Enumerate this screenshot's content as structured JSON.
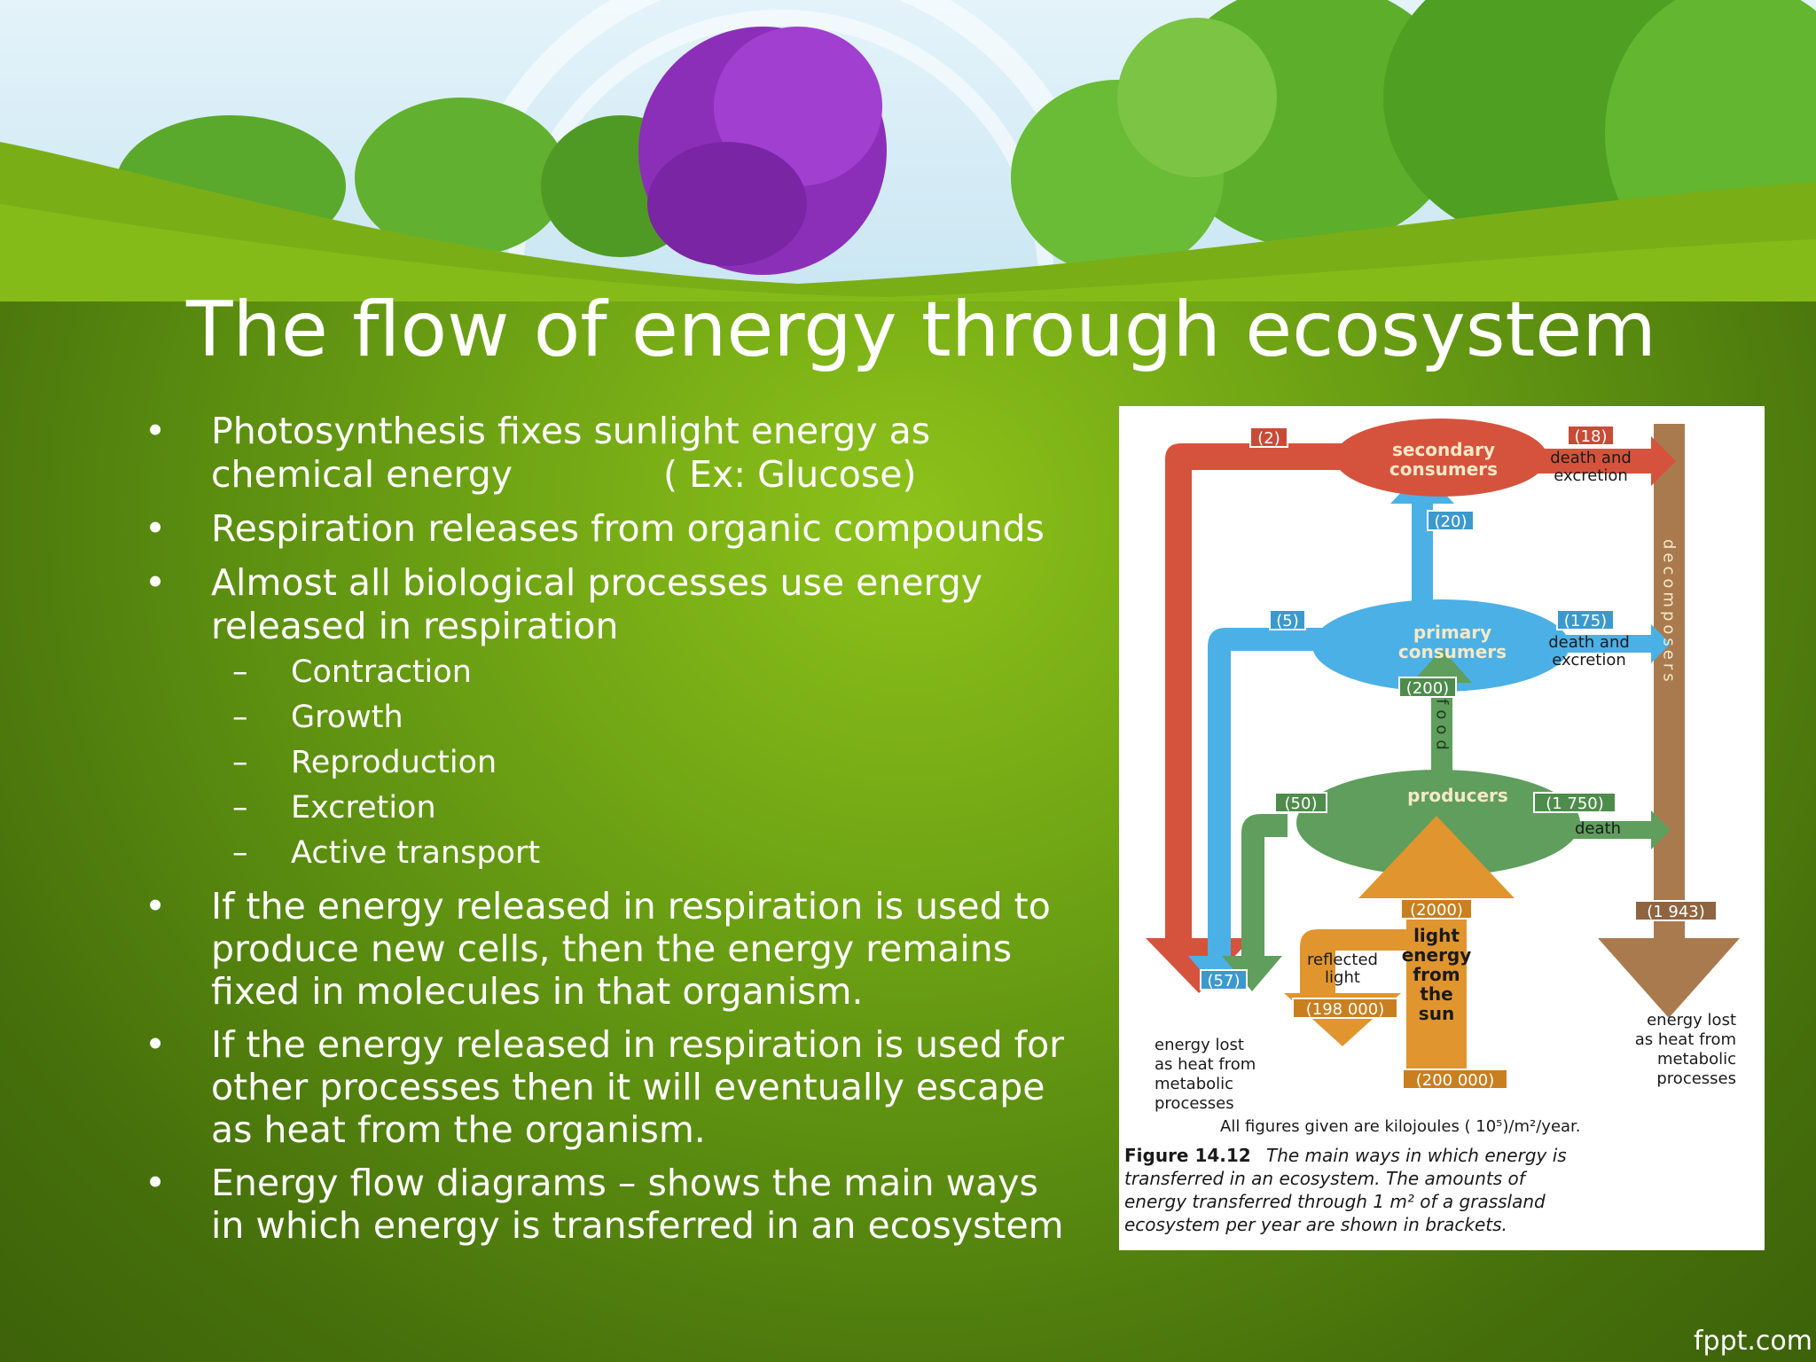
{
  "slide": {
    "title": "The flow of energy through ecosystem",
    "bullets": [
      {
        "line1": "Photosynthesis fixes sunlight energy as",
        "line2a": "chemical energy",
        "line2b": "( Ex: Glucose)"
      },
      {
        "text": "Respiration releases from organic compounds"
      },
      {
        "line1": "Almost all biological processes use energy",
        "line2": "released in respiration"
      },
      {
        "line1": "If the energy released in respiration is used to",
        "line2": "produce new cells, then the energy remains",
        "line3": "fixed in molecules in that organism."
      },
      {
        "line1": "If the energy released in respiration is used for",
        "line2": "other processes then it will eventually escape",
        "line3": "as heat from the organism."
      },
      {
        "line1": "Energy flow diagrams – shows the main ways",
        "line2": "in which energy is transferred in an ecosystem"
      }
    ],
    "subitems": [
      "Contraction",
      "Growth",
      "Reproduction",
      "Excretion",
      "Active transport"
    ],
    "bullet_char": "•",
    "dash_char": "–",
    "footer": "fppt.com"
  },
  "diagram": {
    "nodes": {
      "secondary": [
        "secondary",
        "consumers"
      ],
      "primary": [
        "primary",
        "consumers"
      ],
      "producers": "producers",
      "decomposers": "decomposers",
      "food": "food"
    },
    "values": {
      "v2": "(2)",
      "v18": "(18)",
      "v20": "(20)",
      "v5": "(5)",
      "v175": "(175)",
      "v200": "(200)",
      "v50": "(50)",
      "v1750": "(1 750)",
      "v2000": "(2000)",
      "v1943": "(1 943)",
      "v57": "(57)",
      "v198000": "(198 000)",
      "v200000": "(200 000)"
    },
    "labels": {
      "death_excretion_1": [
        "death and",
        "excretion"
      ],
      "death_excretion_2": [
        "death and",
        "excretion"
      ],
      "death": "death",
      "reflected": [
        "reflected",
        "light"
      ],
      "light_energy": [
        "light",
        "energy",
        "from",
        "the",
        "sun"
      ],
      "heat_left": [
        "energy lost",
        "as heat from",
        "metabolic",
        "processes"
      ],
      "heat_right": [
        "energy lost",
        "as heat from",
        "metabolic",
        "processes"
      ]
    },
    "units_line": "All figures given are kilojoules ( 10⁵)/m²/year.",
    "caption": {
      "label": "Figure 14.12",
      "lines": [
        "The main ways in which energy is",
        "transferred in an ecosystem. The amounts of",
        "energy transferred through 1 m² of a grassland",
        "ecosystem per year are shown in brackets."
      ]
    },
    "colors": {
      "red": "#d5533c",
      "blue": "#4bb0e6",
      "green": "#5f9e5c",
      "orange": "#e0952e",
      "brown": "#a97a4e"
    }
  }
}
